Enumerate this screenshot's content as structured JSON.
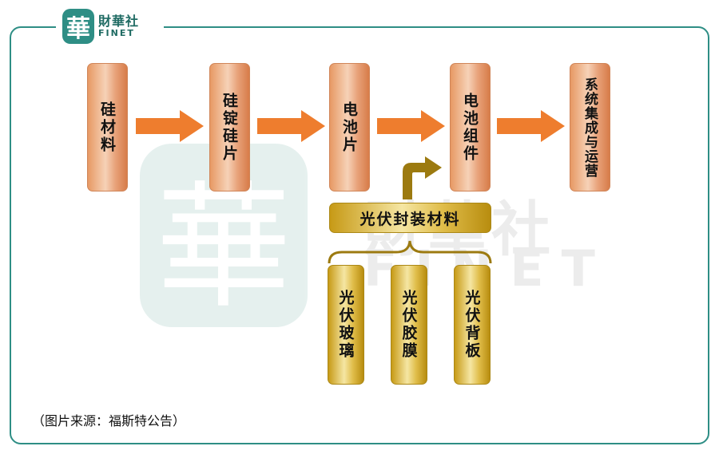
{
  "logo": {
    "name_cn": "財華社",
    "name_en": "FINET",
    "seal_char": "華"
  },
  "chain": [
    {
      "id": "silicon-material",
      "label": "硅材料"
    },
    {
      "id": "silicon-ingot-wafer",
      "label": "硅锭硅片"
    },
    {
      "id": "solar-cell",
      "label": "电池片"
    },
    {
      "id": "solar-module",
      "label": "电池组件"
    },
    {
      "id": "system-integration",
      "label": "系统集成与运营"
    }
  ],
  "packaging": {
    "label": "光伏封装材料"
  },
  "materials": [
    {
      "id": "pv-glass",
      "label": "光伏玻璃"
    },
    {
      "id": "pv-film",
      "label": "光伏胶膜"
    },
    {
      "id": "pv-backsheet",
      "label": "光伏背板"
    }
  ],
  "caption": "（图片来源：福斯特公告）",
  "colors": {
    "frame": "#2e8e85",
    "arrow": "#ee7d2e",
    "copper": "#e79964",
    "gold": "#c79a16",
    "bracket": "#9c7a10"
  }
}
